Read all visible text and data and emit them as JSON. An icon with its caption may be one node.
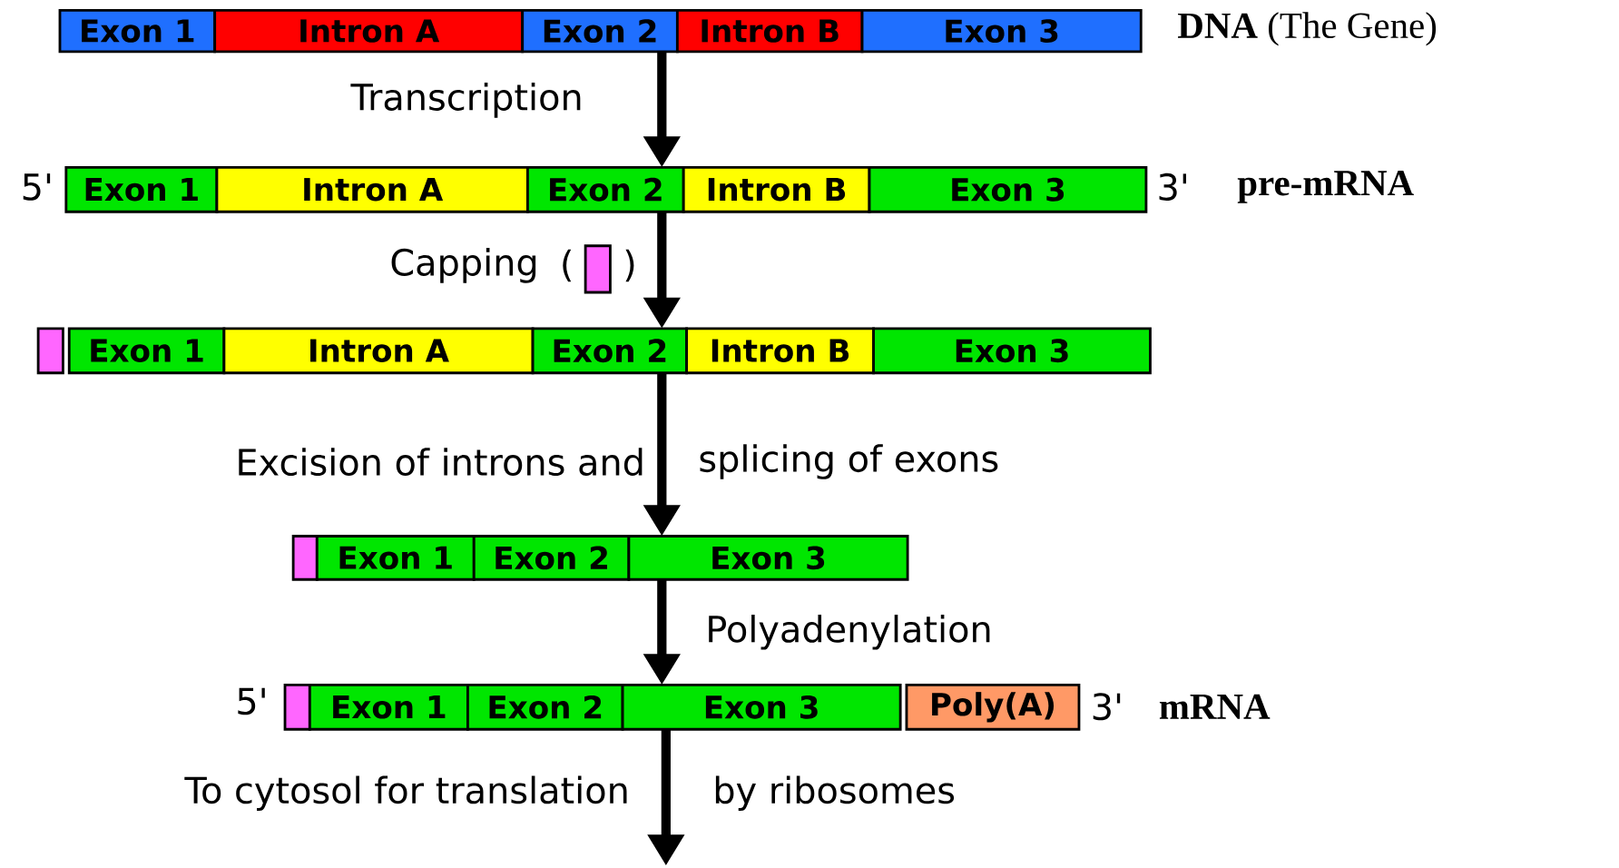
{
  "diagram": {
    "nodes": [
      {
        "text": [
          "Exon 1"
        ]
      },
      {
        "text": [
          "Intron A"
        ]
      },
      {
        "text": [
          "Exon 2"
        ]
      },
      {
        "text": [
          "Intron B"
        ]
      },
      {
        "text": [
          "Exon 3"
        ],
        "beside": [
          "**DNA** (The Gene)"
        ]
      },
      {
        "text": [
          "Exon 1"
        ],
        "beside": [
          "5'"
        ]
      },
      {
        "text": [
          "Intron A"
        ]
      },
      {
        "text": [
          "Exon 2"
        ]
      },
      {
        "text": [
          "Intron B"
        ]
      },
      {
        "text": [
          "Exon 3"
        ],
        "beside": [
          "3'",
          "pre-mRNA"
        ]
      },
      {
        "text": [],
        "shape": "box"
      },
      {
        "text": [
          "Exon 1"
        ]
      },
      {
        "text": [
          "Intron A"
        ]
      },
      {
        "text": [
          "Exon 2"
        ]
      },
      {
        "text": [
          "Intron B"
        ]
      },
      {
        "text": [
          "Exon 3"
        ]
      },
      {
        "text": [],
        "shape": "box"
      },
      {
        "text": [
          "Exon 1"
        ]
      },
      {
        "text": [
          "Exon 2"
        ]
      },
      {
        "text": [
          "Exon 3"
        ]
      },
      {
        "text": [],
        "shape": "box",
        "beside": [
          "5'"
        ]
      },
      {
        "text": [
          "Exon 1"
        ]
      },
      {
        "text": [
          "Exon 2"
        ]
      },
      {
        "text": [
          "Exon 3"
        ]
      },
      {
        "text": [
          "Poly(A)"
        ],
        "beside": [
          "3'",
          "mRNA"
        ]
      }
    ],
    "edges": [
      {
        "from": 2,
        "to": 7,
        "arrow": "to",
        "label": "Transcription"
      },
      {
        "from": 7,
        "to": 13,
        "arrow": "to",
        "label": "Capping"
      },
      {
        "from": 13,
        "to": 19,
        "arrow": "to"
      },
      {
        "from": 19,
        "to": 23,
        "arrow": "to",
        "label": "Polyadenylation"
      },
      {
        "from": 23,
        "to": null,
        "arrow": "to"
      }
    ],
    "labels": [
      "(",
      ")",
      "Excision of introns and",
      "splicing of exons",
      "To cytosol for translation",
      "by ribosomes"
    ]
  }
}
